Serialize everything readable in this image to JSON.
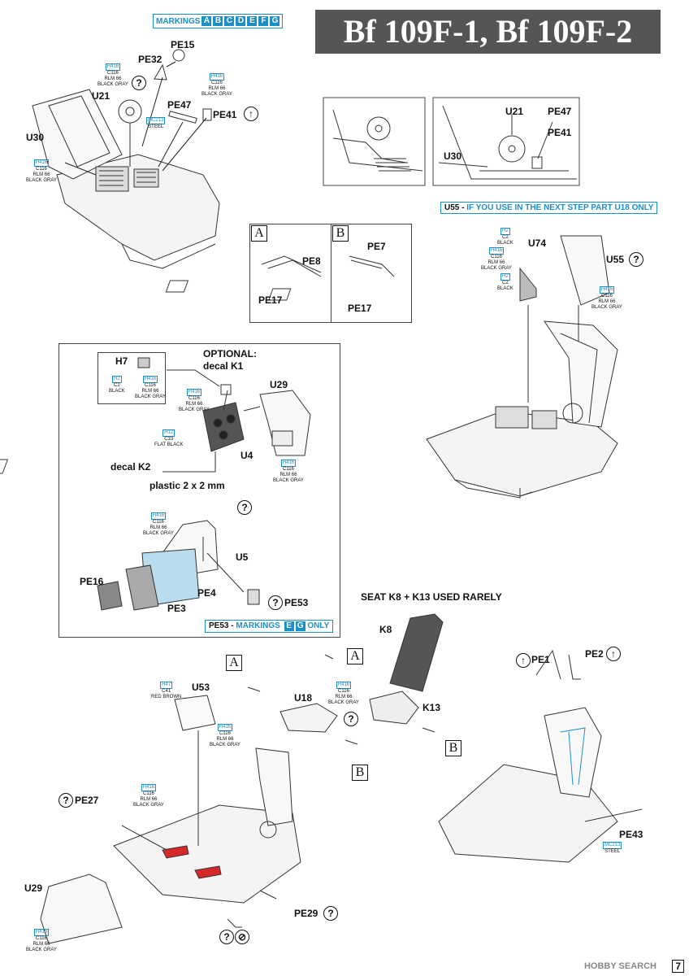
{
  "header": {
    "markings_label": "MARKINGS",
    "markings_chips": [
      "A",
      "B",
      "C",
      "D",
      "E",
      "F",
      "G"
    ],
    "title": "Bf 109F-1, Bf 109F-2"
  },
  "colors": {
    "accent": "#1a8fc8",
    "highlight_red": "#d62828",
    "panel_blue": "#b9dcef"
  },
  "paint": {
    "rlm66": {
      "h": "H416",
      "c": "C116",
      "n1": "RLM 66",
      "n2": "BLACK GRAY"
    },
    "black": {
      "h": "H2",
      "c": "C2",
      "n1": "BLACK"
    },
    "steel": {
      "h": "MC213",
      "n1": "STEEL"
    },
    "flatblack": {
      "h": "H12",
      "c": "C33",
      "n1": "FLAT BLACK"
    },
    "redbrown": {
      "h": "H47",
      "c": "C41",
      "n1": "RED BROWN"
    }
  },
  "step1": {
    "parts": [
      "PE15",
      "PE32",
      "U21",
      "PE47",
      "PE41",
      "U30"
    ],
    "detail_parts": [
      "U21",
      "PE47",
      "PE41",
      "U30"
    ]
  },
  "note_u55": {
    "part": "U55 -",
    "text": "IF YOU USE IN THE NEXT STEP PART U18 ONLY"
  },
  "variant_box": {
    "a_letter": "A",
    "b_letter": "B",
    "a_parts": [
      "PE8",
      "PE17"
    ],
    "b_parts": [
      "PE7",
      "PE17"
    ]
  },
  "step2": {
    "parts": [
      "U74",
      "U55"
    ]
  },
  "instrument": {
    "h7": "H7",
    "optional": "OPTIONAL:",
    "decal_k1": "decal K1",
    "u29": "U29",
    "u4": "U4",
    "decal_k2": "decal K2",
    "plastic": "plastic 2 x 2 mm",
    "u5": "U5",
    "pe16": "PE16",
    "pe4": "PE4",
    "pe3": "PE3",
    "pe53": "PE53",
    "note_part": "PE53 -",
    "note_text": "MARKINGS",
    "note_chips": [
      "E",
      "G"
    ],
    "note_tail": "ONLY"
  },
  "seat": {
    "rarely": "SEAT K8 + K13 USED RARELY",
    "k8": "K8",
    "k13": "K13",
    "u18": "U18",
    "u53": "U53",
    "pe27": "PE27",
    "pe29": "PE29",
    "u29": "U29",
    "letter_a": "A",
    "letter_b": "B"
  },
  "belts": {
    "pe1": "PE1",
    "pe2": "PE2",
    "pe43": "PE43"
  },
  "footer": {
    "watermark": "HOBBY SEARCH",
    "page": "7"
  }
}
